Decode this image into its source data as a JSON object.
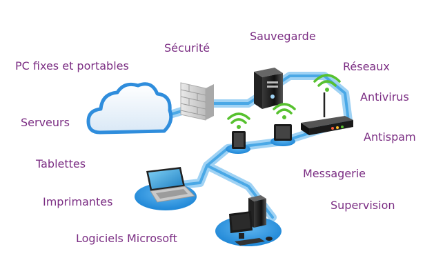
{
  "colors": {
    "label": "#7b2d83",
    "network_line": "#4aa8e6",
    "platform": "#1e86d6",
    "cloud": "#2f8ddc",
    "wifi": "#57c12f",
    "device_dark": "#2a2a2a"
  },
  "labels": {
    "pc": "PC fixes et portables",
    "securite": "Sécurité",
    "sauvegarde": "Sauvegarde",
    "reseaux": "Réseaux",
    "antivirus": "Antivirus",
    "serveurs": "Serveurs",
    "antispam": "Antispam",
    "tablettes": "Tablettes",
    "messagerie": "Messagerie",
    "imprimantes": "Imprimantes",
    "supervision": "Supervision",
    "logiciels": "Logiciels Microsoft"
  },
  "icons": [
    "cloud-icon",
    "firewall-icon",
    "server-icon",
    "router-icon",
    "wifi-icon",
    "tablet-icon",
    "laptop-icon",
    "desktop-computer-icon"
  ]
}
